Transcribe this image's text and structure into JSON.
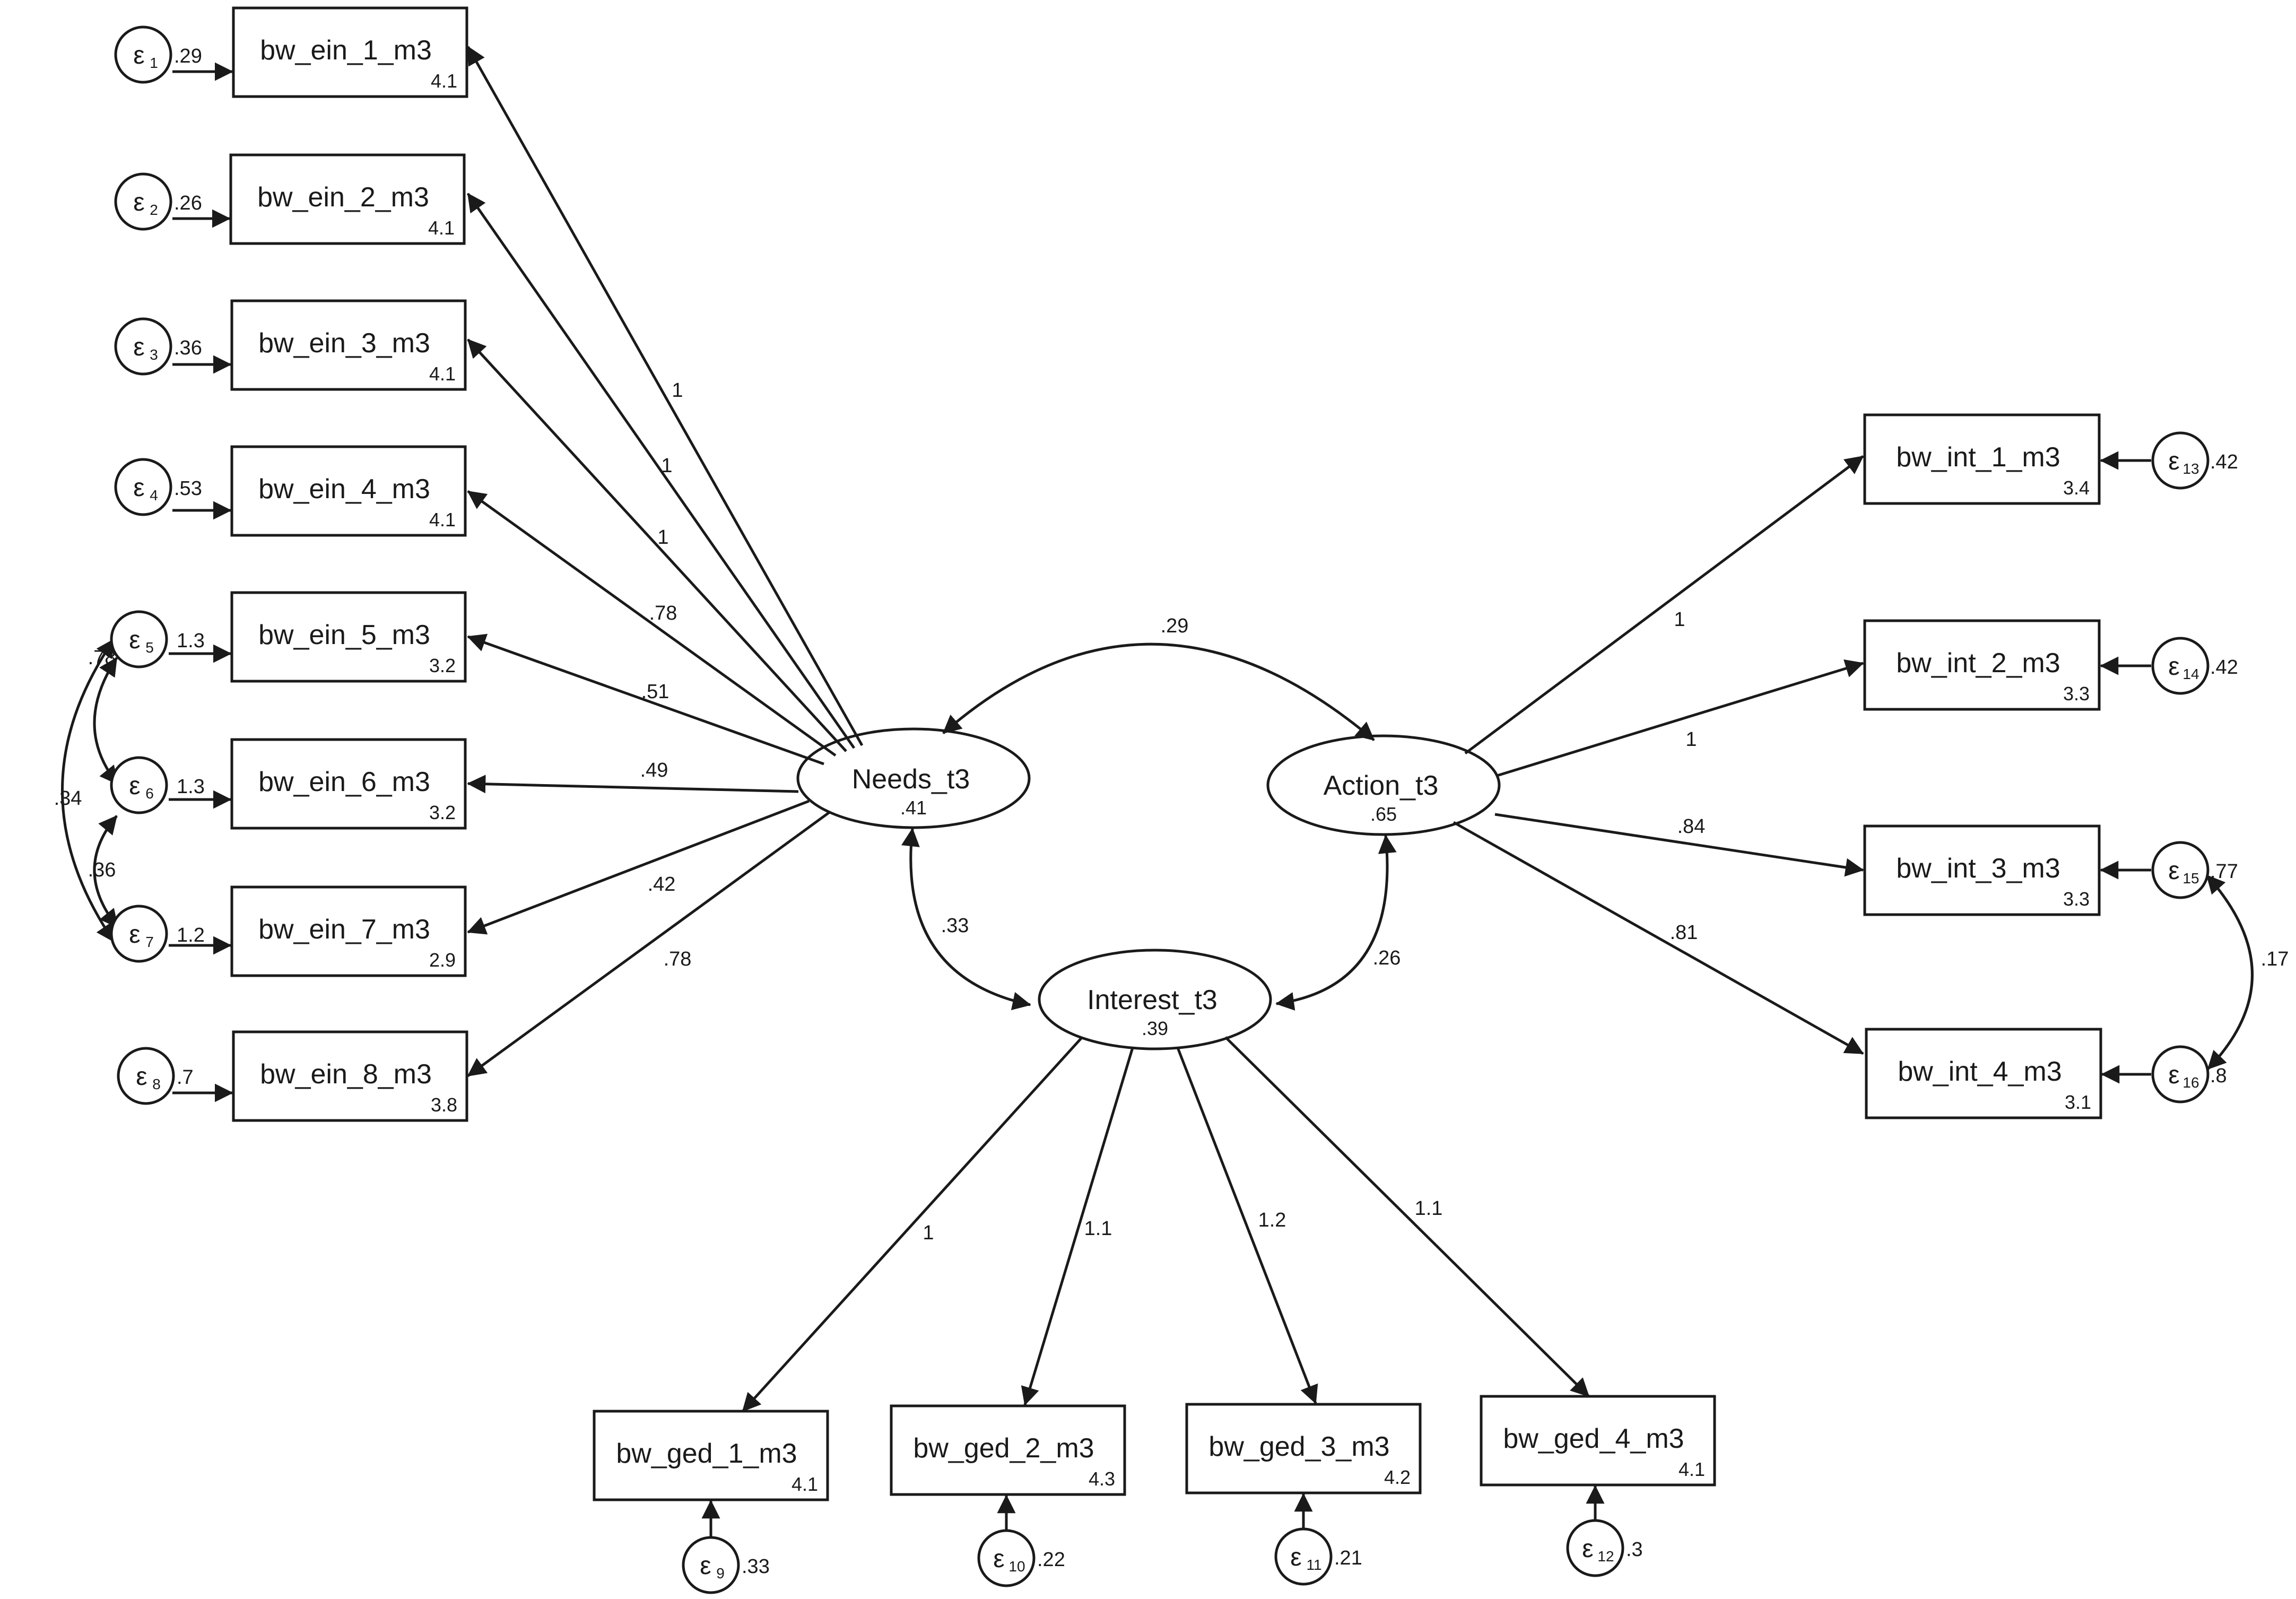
{
  "diagram": {
    "latents": {
      "needs": {
        "name": "Needs_t3",
        "variance": ".41"
      },
      "action": {
        "name": "Action_t3",
        "variance": ".65"
      },
      "interest": {
        "name": "Interest_t3",
        "variance": ".39"
      }
    },
    "covariances": {
      "needs_action": ".29",
      "needs_interest": ".33",
      "action_interest": ".26"
    },
    "indicators": {
      "ein": [
        {
          "name": "bw_ein_1_m3",
          "intercept": "4.1",
          "loading": "1",
          "error": "1",
          "error_variance": ".29"
        },
        {
          "name": "bw_ein_2_m3",
          "intercept": "4.1",
          "loading": "1",
          "error": "2",
          "error_variance": ".26"
        },
        {
          "name": "bw_ein_3_m3",
          "intercept": "4.1",
          "loading": "1",
          "error": "3",
          "error_variance": ".36"
        },
        {
          "name": "bw_ein_4_m3",
          "intercept": "4.1",
          "loading": ".78",
          "error": "4",
          "error_variance": ".53"
        },
        {
          "name": "bw_ein_5_m3",
          "intercept": "3.2",
          "loading": ".51",
          "error": "5",
          "error_variance": "1.3"
        },
        {
          "name": "bw_ein_6_m3",
          "intercept": "3.2",
          "loading": ".49",
          "error": "6",
          "error_variance": "1.3"
        },
        {
          "name": "bw_ein_7_m3",
          "intercept": "2.9",
          "loading": ".42",
          "error": "7",
          "error_variance": "1.2"
        },
        {
          "name": "bw_ein_8_m3",
          "intercept": "3.8",
          "loading": ".78",
          "error": "8",
          "error_variance": ".7"
        }
      ],
      "int": [
        {
          "name": "bw_int_1_m3",
          "intercept": "3.4",
          "loading": "1",
          "error": "13",
          "error_variance": ".42"
        },
        {
          "name": "bw_int_2_m3",
          "intercept": "3.3",
          "loading": "1",
          "error": "14",
          "error_variance": ".42"
        },
        {
          "name": "bw_int_3_m3",
          "intercept": "3.3",
          "loading": ".84",
          "error": "15",
          "error_variance": ".77"
        },
        {
          "name": "bw_int_4_m3",
          "intercept": "3.1",
          "loading": ".81",
          "error": "16",
          "error_variance": ".8"
        }
      ],
      "ged": [
        {
          "name": "bw_ged_1_m3",
          "intercept": "4.1",
          "loading": "1",
          "error": "9",
          "error_variance": ".33"
        },
        {
          "name": "bw_ged_2_m3",
          "intercept": "4.3",
          "loading": "1.1",
          "error": "10",
          "error_variance": ".22"
        },
        {
          "name": "bw_ged_3_m3",
          "intercept": "4.2",
          "loading": "1.2",
          "error": "11",
          "error_variance": ".21"
        },
        {
          "name": "bw_ged_4_m3",
          "intercept": "4.1",
          "loading": "1.1",
          "error": "12",
          "error_variance": ".3"
        }
      ]
    },
    "error_covariances": {
      "e5_e6": ".78",
      "e6_e7": ".36",
      "e5_e7": ".34",
      "e15_e16": ".17"
    },
    "epsilon_symbol": "ε"
  }
}
